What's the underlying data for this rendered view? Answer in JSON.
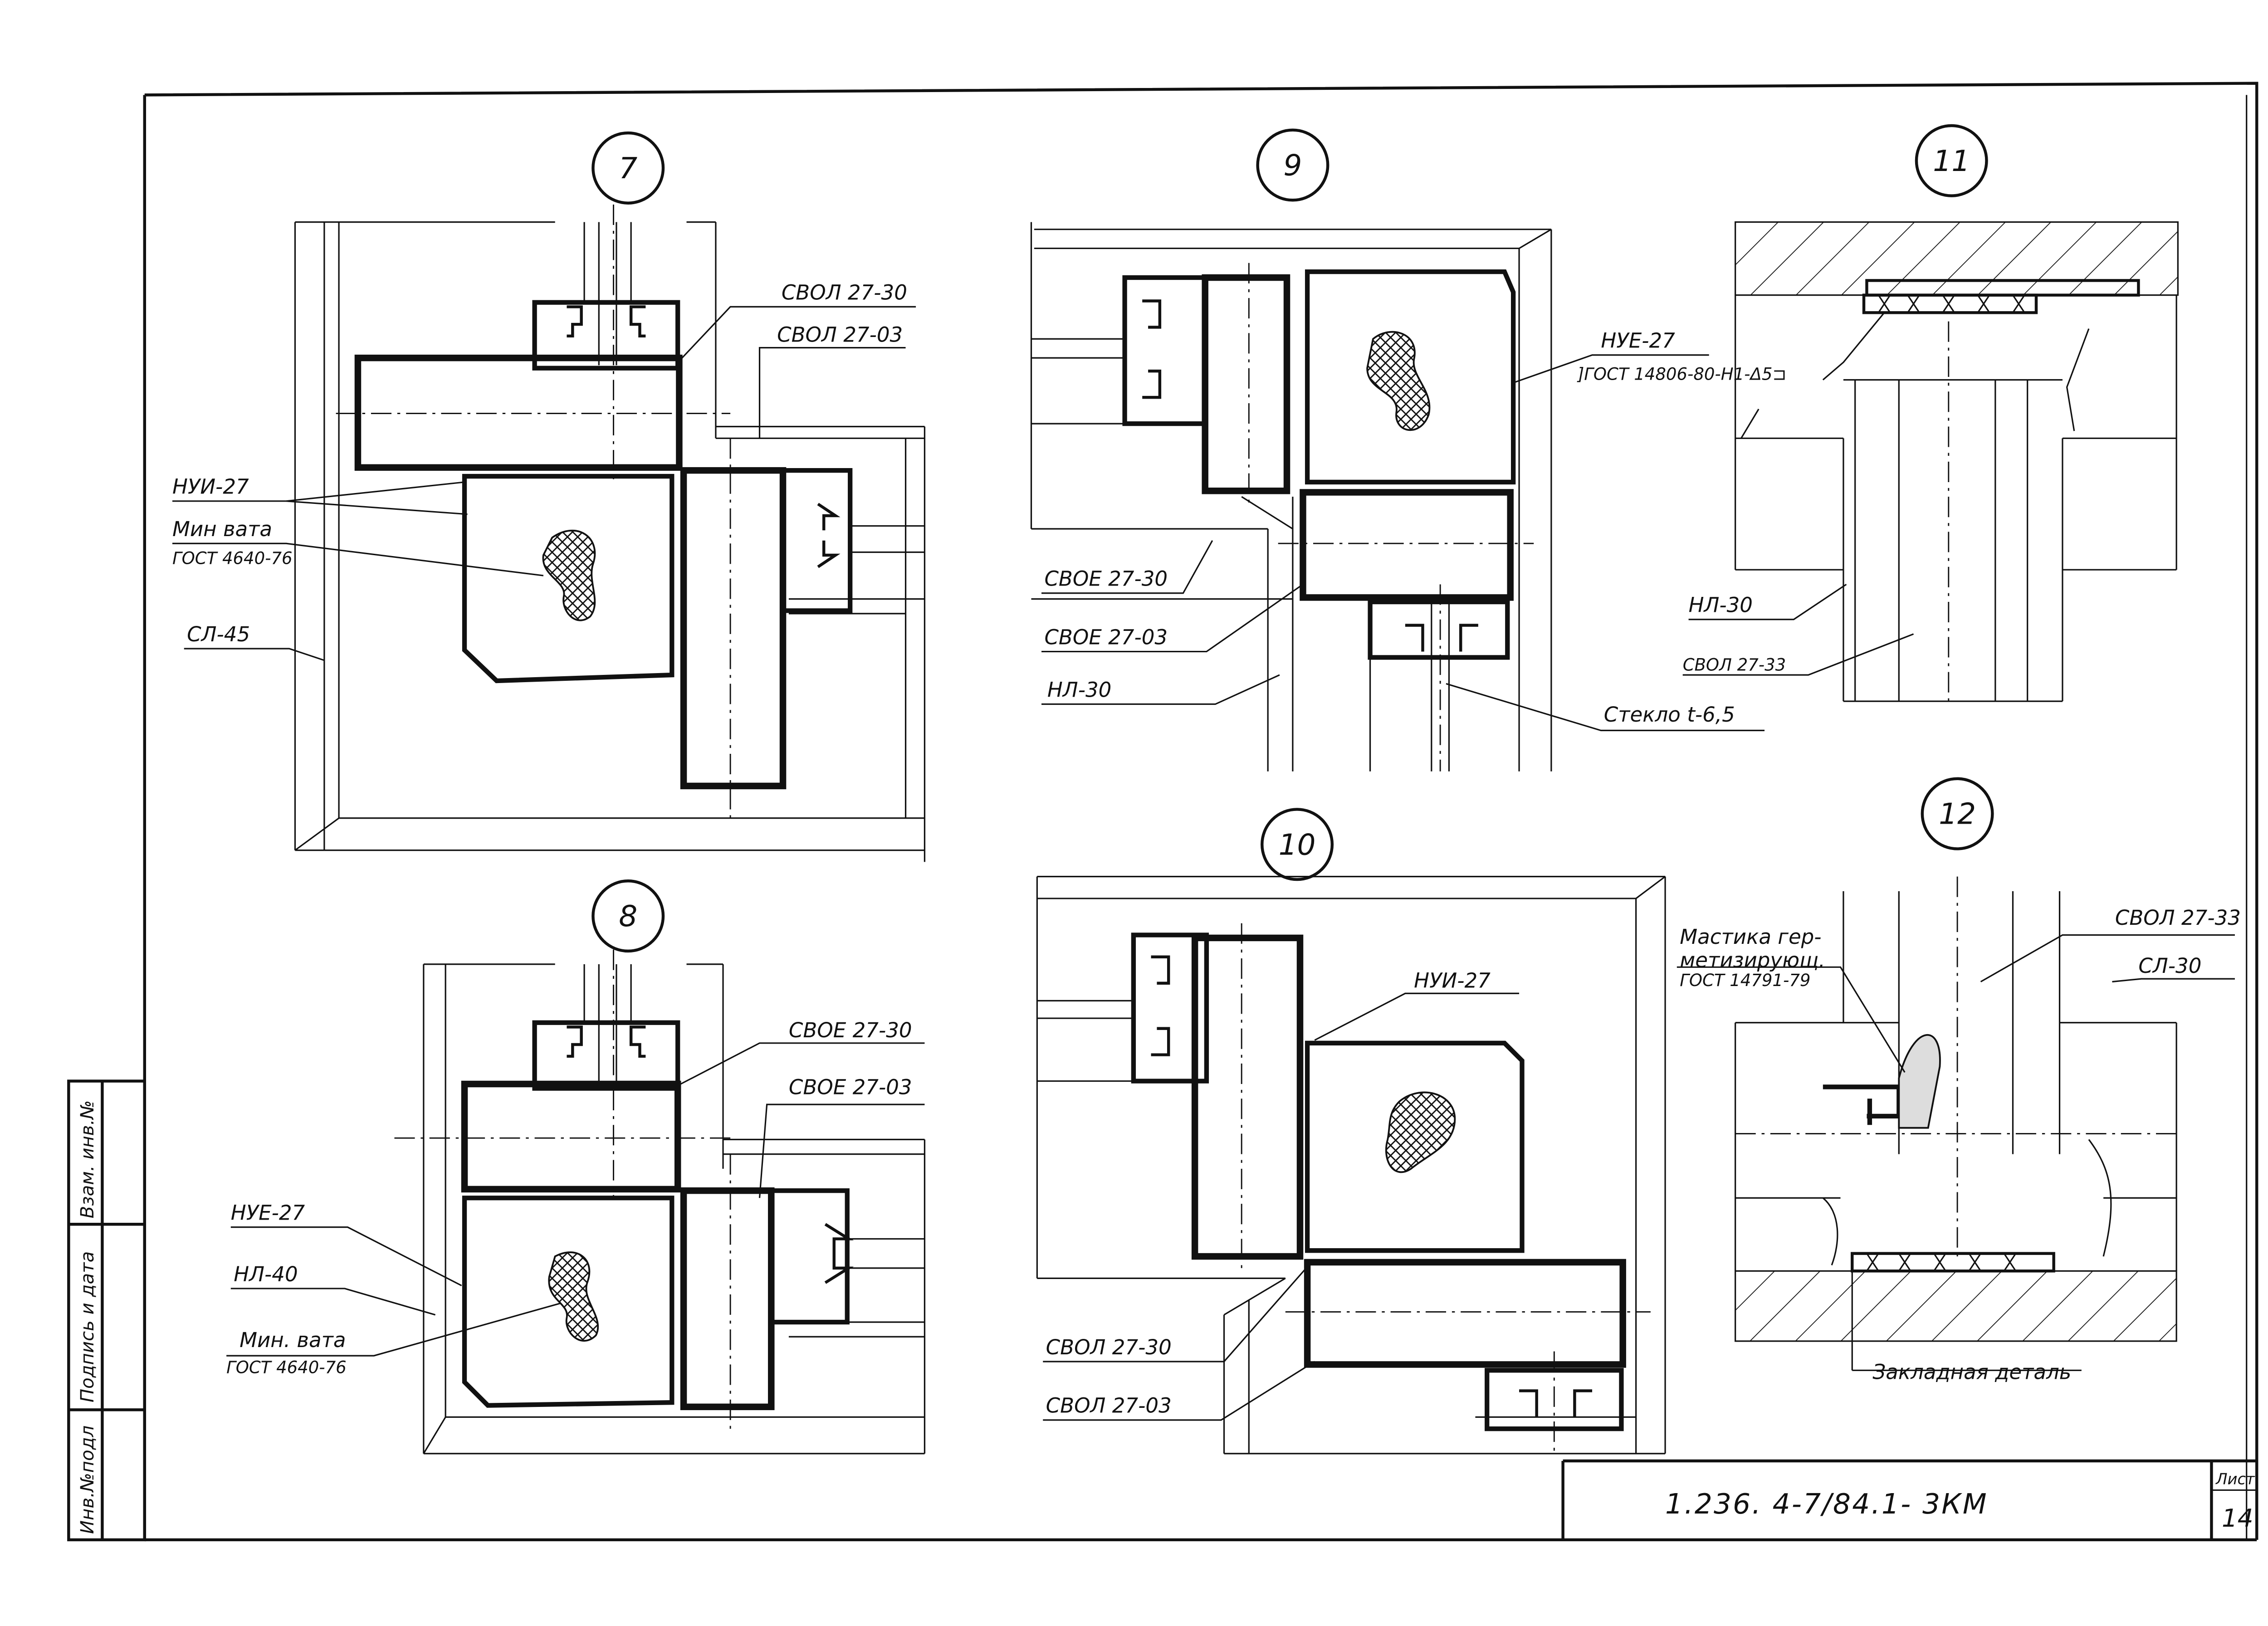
{
  "details": {
    "d7": {
      "number": "7",
      "labels": {
        "svol_27_30": "СВОЛ 27-30",
        "svol_27_03": "СВОЛ 27-03",
        "nui_27": "НУИ-27",
        "min_vata": "Мин вата",
        "gost_4640": "ГОСТ 4640-76",
        "sl_45": "СЛ-45"
      }
    },
    "d8": {
      "number": "8",
      "labels": {
        "svoe_27_30": "СВОЕ 27-30",
        "svoe_27_03": "СВОЕ 27-03",
        "nue_27": "НУЕ-27",
        "nl_40": "НЛ-40",
        "min_vata": "Мин. вата",
        "gost_4640": "ГОСТ 4640-76"
      }
    },
    "d9": {
      "number": "9",
      "labels": {
        "nue_27": "НУЕ-27",
        "svoe_27_30": "СВОЕ 27-30",
        "svoe_27_03": "СВОЕ 27-03",
        "nl_30": "НЛ-30",
        "glass": "Стекло t-6,5"
      }
    },
    "d10": {
      "number": "10",
      "labels": {
        "nui_27": "НУИ-27",
        "svol_27_30": "СВОЛ 27-30",
        "svol_27_03": "СВОЛ 27-03"
      }
    },
    "d11": {
      "number": "11",
      "labels": {
        "gost_14806": "]ГОСТ 14806-80-Н1-Δ5⊐",
        "nl_30": "НЛ-30",
        "svol_27_33": "СВОЛ 27-33"
      }
    },
    "d12": {
      "number": "12",
      "labels": {
        "mastic_1": "Мастика гер-",
        "mastic_2": "метизирующ.",
        "gost_14791": "ГОСТ 14791-79",
        "svol_27_33": "СВОЛ 27-33",
        "sl_30": "СЛ-30",
        "embedded": "Закладная деталь"
      }
    }
  },
  "title_block": {
    "code": "1.236. 4-7/84.1- 3КМ",
    "sheet_label": "Лист",
    "sheet_number": "14"
  },
  "side_stamp": {
    "inv_original": "Инв.№подл",
    "signature_date": "Подпись и дата",
    "replaced_inv": "Взам. инв.№"
  }
}
